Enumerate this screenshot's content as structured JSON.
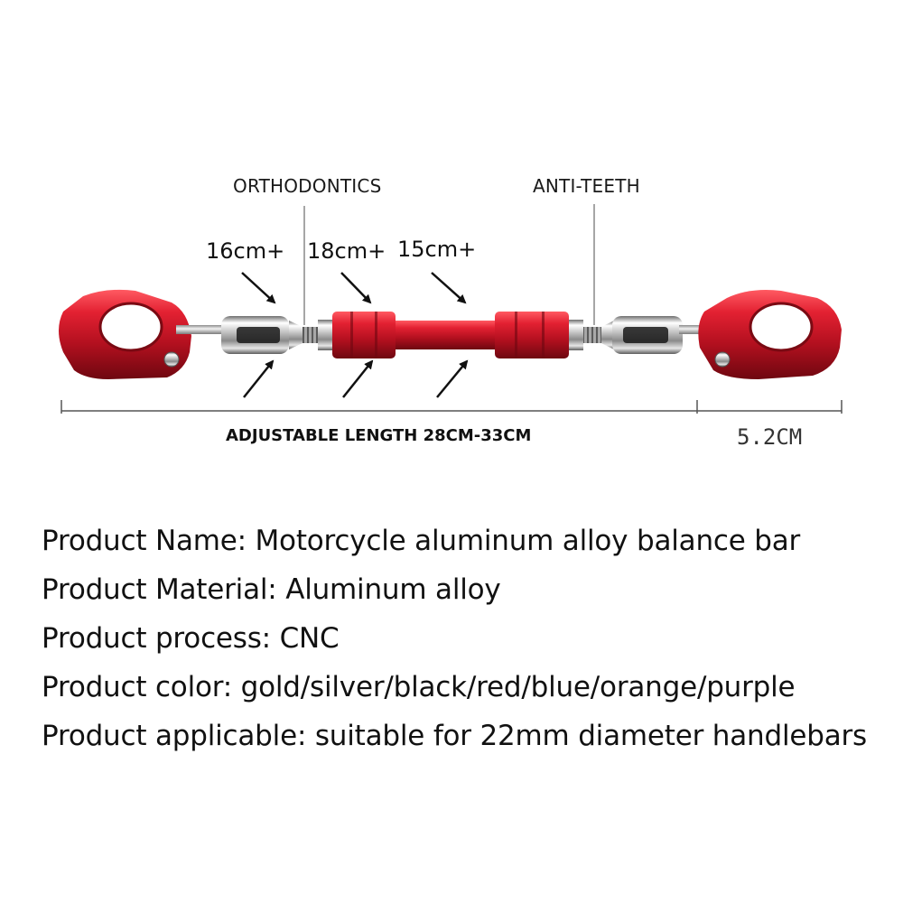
{
  "callouts": {
    "left": "ORTHODONTICS",
    "right": "ANTI-TEETH"
  },
  "sizes": [
    "16cm+",
    "18cm+",
    "15cm+"
  ],
  "dimensions": {
    "main": "ADJUSTABLE LENGTH 28CM-33CM",
    "side": "5.2CM"
  },
  "product": {
    "color": "#d0192a",
    "specs": [
      "Product Name: Motorcycle aluminum alloy balance bar",
      "Product Material: Aluminum alloy",
      "Product process: CNC",
      "Product color: gold/silver/black/red/blue/orange/purple",
      "Product applicable: suitable for 22mm diameter handlebars"
    ]
  }
}
